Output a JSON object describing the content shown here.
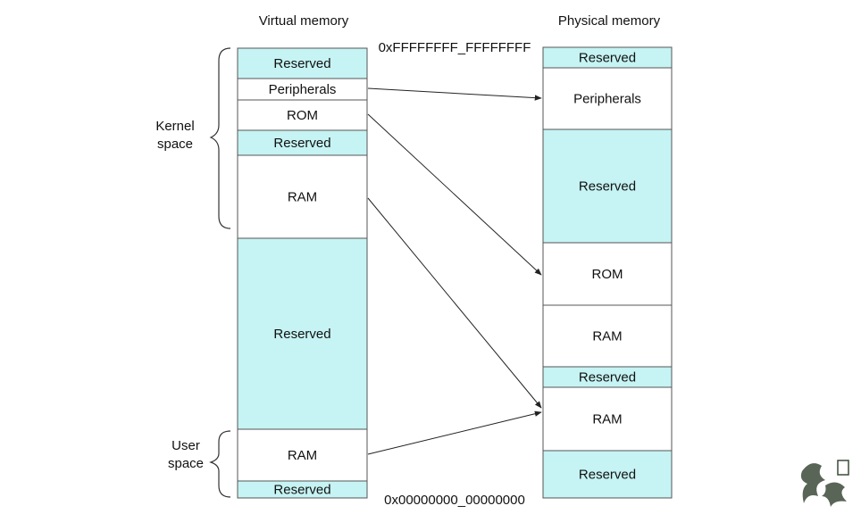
{
  "headers": {
    "virtual": "Virtual memory",
    "physical": "Physical memory"
  },
  "addresses": {
    "top": "0xFFFFFFFF_FFFFFFFF",
    "bottom": "0x00000000_00000000"
  },
  "brackets": {
    "kernel": [
      "Kernel",
      "space"
    ],
    "user": [
      "User",
      "space"
    ]
  },
  "colors": {
    "reserved": "#c6f3f3",
    "plain": "#ffffff",
    "border": "#555555",
    "arrow": "#222222"
  },
  "virtual_segments": [
    {
      "id": "v-reserved-top",
      "label": "Reserved",
      "kind": "reserved"
    },
    {
      "id": "v-peripherals",
      "label": "Peripherals",
      "kind": "plain"
    },
    {
      "id": "v-rom",
      "label": "ROM",
      "kind": "plain"
    },
    {
      "id": "v-reserved-kernel",
      "label": "Reserved",
      "kind": "reserved"
    },
    {
      "id": "v-ram-kernel",
      "label": "RAM",
      "kind": "plain"
    },
    {
      "id": "v-reserved-mid",
      "label": "Reserved",
      "kind": "reserved"
    },
    {
      "id": "v-ram-user",
      "label": "RAM",
      "kind": "plain"
    },
    {
      "id": "v-reserved-bottom",
      "label": "Reserved",
      "kind": "reserved"
    }
  ],
  "physical_segments": [
    {
      "id": "p-reserved-top",
      "label": "Reserved",
      "kind": "reserved"
    },
    {
      "id": "p-peripherals",
      "label": "Peripherals",
      "kind": "plain"
    },
    {
      "id": "p-reserved-1",
      "label": "Reserved",
      "kind": "reserved"
    },
    {
      "id": "p-rom",
      "label": "ROM",
      "kind": "plain"
    },
    {
      "id": "p-ram-1",
      "label": "RAM",
      "kind": "plain"
    },
    {
      "id": "p-reserved-2",
      "label": "Reserved",
      "kind": "reserved"
    },
    {
      "id": "p-ram-2",
      "label": "RAM",
      "kind": "plain"
    },
    {
      "id": "p-reserved-bottom",
      "label": "Reserved",
      "kind": "reserved"
    }
  ],
  "mappings": [
    {
      "from": "v-peripherals",
      "to": "p-peripherals"
    },
    {
      "from": "v-rom",
      "to": "p-rom"
    },
    {
      "from": "v-ram-kernel",
      "to": "p-ram-2"
    },
    {
      "from": "v-ram-user",
      "to": "p-ram-2"
    }
  ]
}
